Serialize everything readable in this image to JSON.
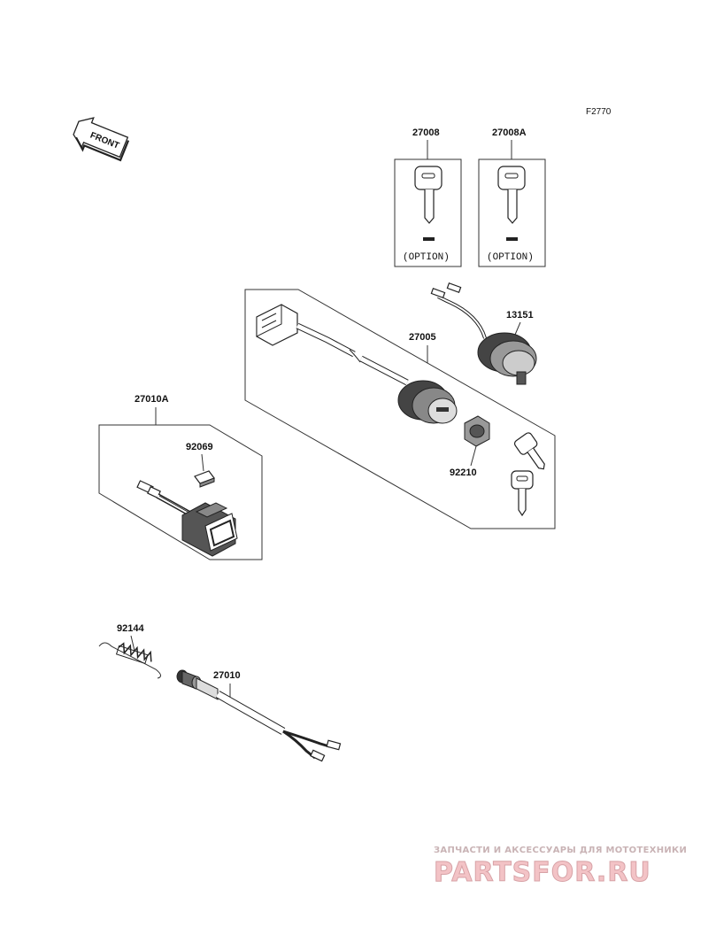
{
  "figure_code": "F2770",
  "front_label": "FRONT",
  "parts": {
    "key_blank": "27008",
    "key_blank_a": "27008A",
    "switch_ignition": "27005",
    "light_assy": "13151",
    "switch_box": "27010A",
    "cap": "92069",
    "nut": "92210",
    "spring": "92144",
    "cigarette_lighter": "27010"
  },
  "option_label": "(OPTION)",
  "watermark": {
    "top": "ЗАПЧАСТИ И АКСЕССУАРЫ ДЛЯ МОТОТЕХНИКИ",
    "brand": "PARTSFOR.RU"
  },
  "colors": {
    "line": "#222222",
    "watermark_pink": "#f3c3c6",
    "watermark_grey": "#c9b3b5"
  }
}
